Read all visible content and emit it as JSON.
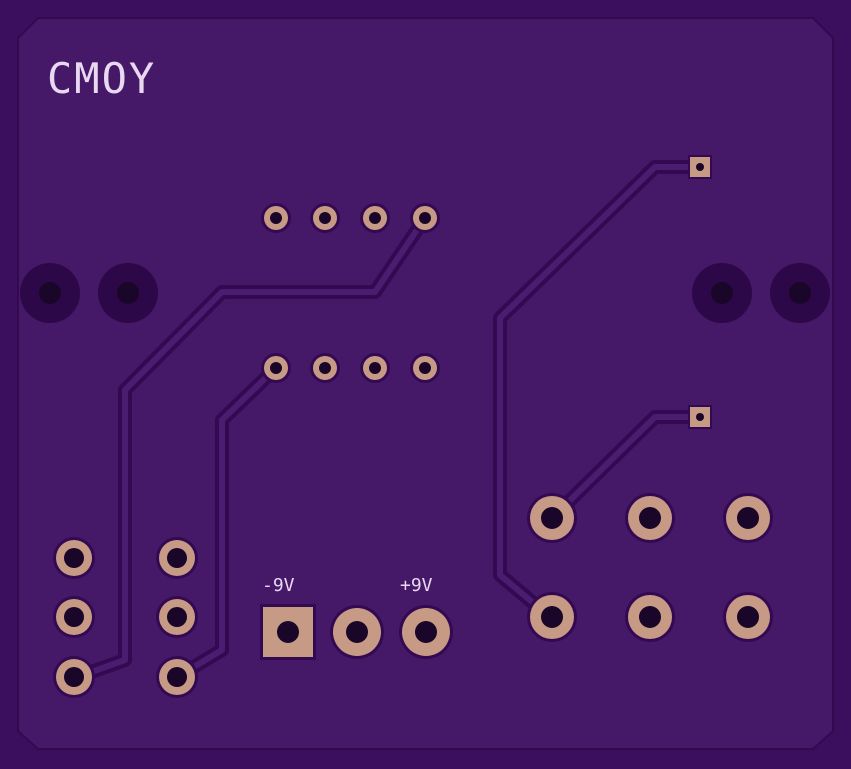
{
  "board": {
    "silkscreen_title": "CMOY",
    "power_labels": {
      "negative": "-9V",
      "positive": "+9V"
    }
  },
  "colors": {
    "background": "#3b0f5e",
    "board_fill": "#451868",
    "board_edge": "#34094f",
    "trace": "#4a1d70",
    "trace_outline": "#330a52",
    "copper_pad": "#c79a85",
    "drill_hole": "#1a0628",
    "mounting_ring": "#2d0848",
    "silkscreen": "#e8d8f0"
  },
  "components": {
    "ic_top_pins": 4,
    "ic_bottom_pins": 4,
    "left_header_pins": 6,
    "power_connector_pins": 3,
    "output_jack_pins": 6,
    "small_square_pads": 2,
    "mounting_holes": 4
  }
}
